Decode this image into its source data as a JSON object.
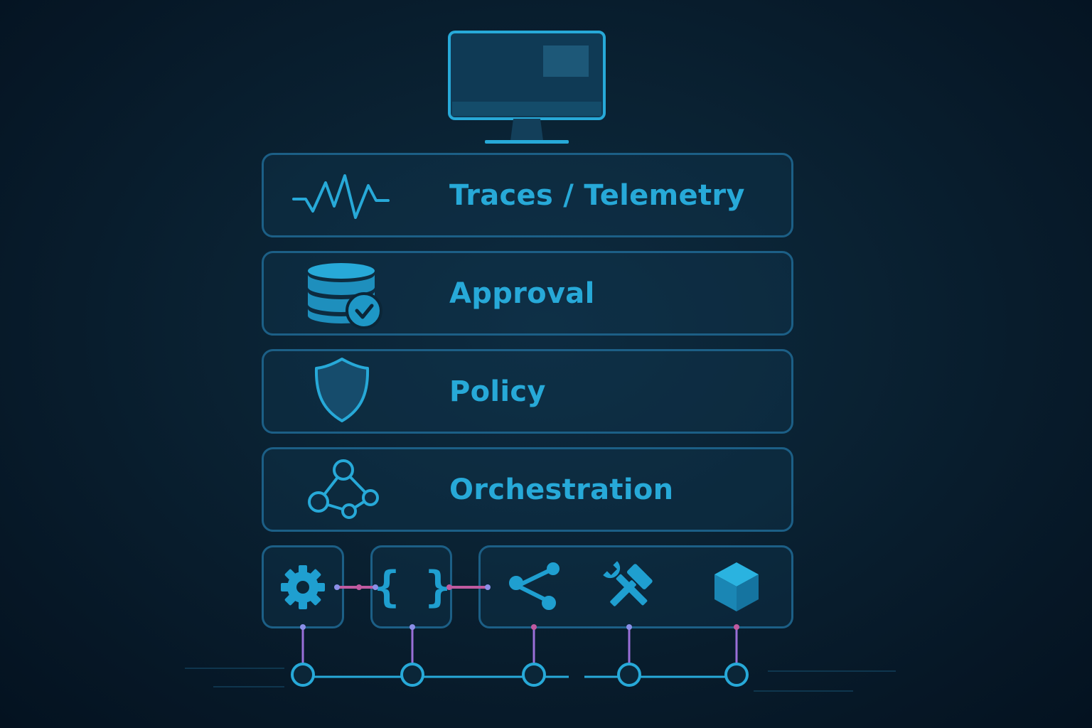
{
  "layers": [
    {
      "label": "Traces / Telemetry",
      "icon": "waveform-icon"
    },
    {
      "label": "Approval",
      "icon": "database-check-icon"
    },
    {
      "label": "Policy",
      "icon": "shield-icon"
    },
    {
      "label": "Orchestration",
      "icon": "network-graph-icon"
    }
  ],
  "tools": [
    "gear-icon",
    "code-braces-icon",
    "branch-icon",
    "tools-icon",
    "cube-icon"
  ],
  "top_icon": "monitor-icon",
  "colors": {
    "accent": "#27a9d8",
    "border": "#1c5f86",
    "connector_purple": "#9a6fd8",
    "connector_pink": "#c05aa0",
    "background": "#071a2a"
  }
}
